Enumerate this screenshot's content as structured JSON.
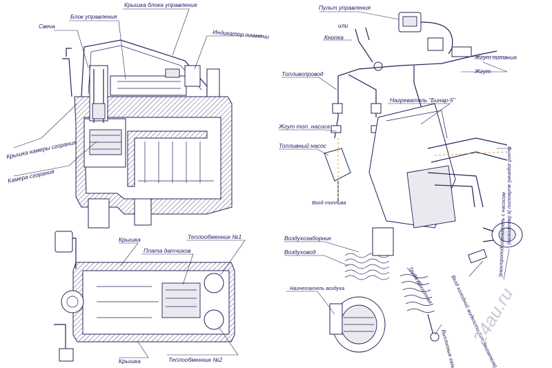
{
  "labels": {
    "cover_control": "Крышка блока управления",
    "control_unit": "Блок управления",
    "glow_plug": "Свеча",
    "flame_indicator": "Индикатор пламени",
    "chamber_cover": "Крышка камеры сгорания",
    "combustion_chamber": "Камера сгорания",
    "cover_top": "Крышка",
    "sensor_board": "Плата датчиков",
    "heat_exchanger_1": "Теплообменник №1",
    "cover_bottom": "Крышка",
    "heat_exchanger_2": "Теплообменник №2",
    "remote": "Пульт управления",
    "or": "или",
    "button": "Кнопка",
    "fuel_line": "Топливопровод",
    "power_harness": "Жгут питания",
    "harness": "Жгут",
    "heater": "Нагреватель \"Бинар-5\"",
    "pump_harness": "Жгут топ. насоса",
    "fuel_pump": "Топливный насос",
    "fuel_inlet": "Вход топлива",
    "hot_out": "Выход горячей жидкости (к двигателю)",
    "air_intake": "Воздухозаборник",
    "air_duct": "Воздуховод",
    "exhaust_pipe": "Труба выхлопная",
    "air_blower": "Нагнетатель воздуха",
    "cold_in": "Вход холодной жидкости (от двигателя)",
    "electric_pump": "Электроподогреватель с насосом",
    "exhaust_gases": "Выхлопные газы",
    "watermark": "24au.ru"
  }
}
